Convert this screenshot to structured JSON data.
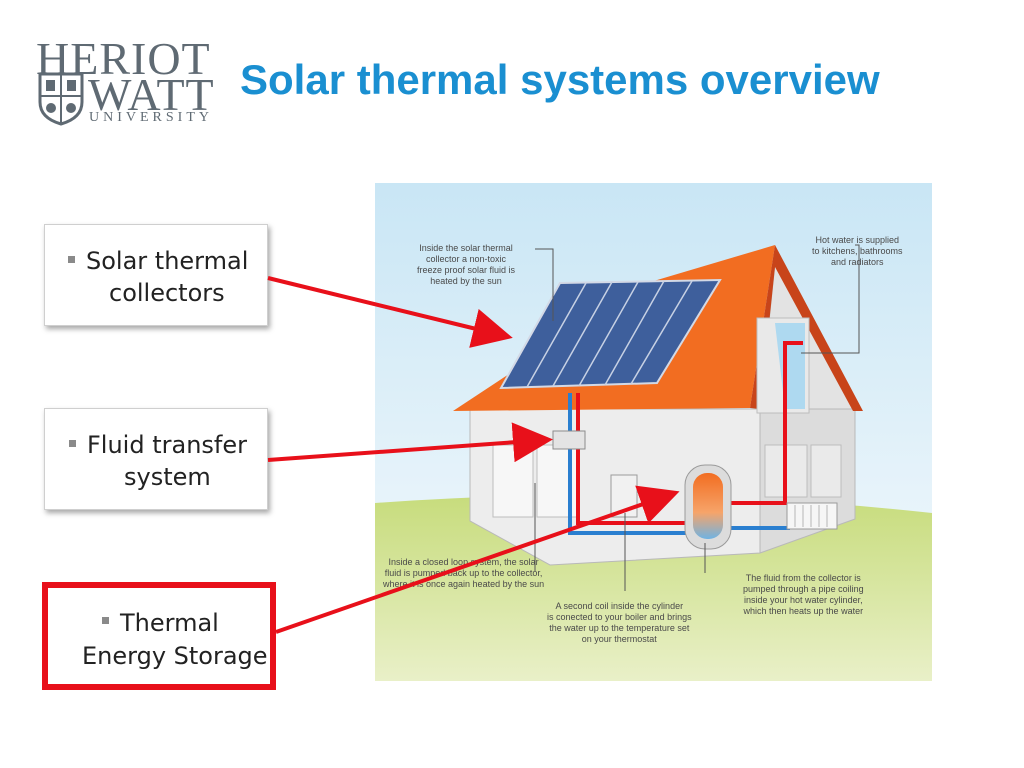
{
  "logo": {
    "line1": "HERIOT",
    "line2": "WATT",
    "line3": "UNIVERSITY"
  },
  "title": "Solar thermal systems overview",
  "boxes": [
    {
      "line1": "Solar thermal",
      "line2": "collectors"
    },
    {
      "line1": "Fluid transfer",
      "line2": "system"
    },
    {
      "line1": "Thermal",
      "line2": "Energy Storage"
    }
  ],
  "notes": {
    "collector": [
      "Inside the solar thermal",
      "collector a non-toxic",
      "freeze proof solar fluid is",
      "heated by the sun"
    ],
    "hot_water": [
      "Hot water is supplied",
      "to kitchens, bathrooms",
      "and radiators"
    ],
    "closed_loop": [
      "Inside a closed loop system, the solar",
      "fluid is pumped back up to the collector,",
      "where it is once again heated by the sun"
    ],
    "second_coil": [
      "A second coil inside the cylinder",
      "is conected to your boiler and brings",
      "the water up to the temperature set",
      "on your thermostat"
    ],
    "fluid_collector": [
      "The fluid from the collector is",
      "pumped through a pipe coiling",
      "inside your hot water cylinder,",
      "which then heats up the water"
    ]
  },
  "colors": {
    "title": "#1a8fd1",
    "highlight": "#e8101a",
    "roof": "#f26d21",
    "sky": "#d6ecf7",
    "grass": "#cfe08a"
  }
}
